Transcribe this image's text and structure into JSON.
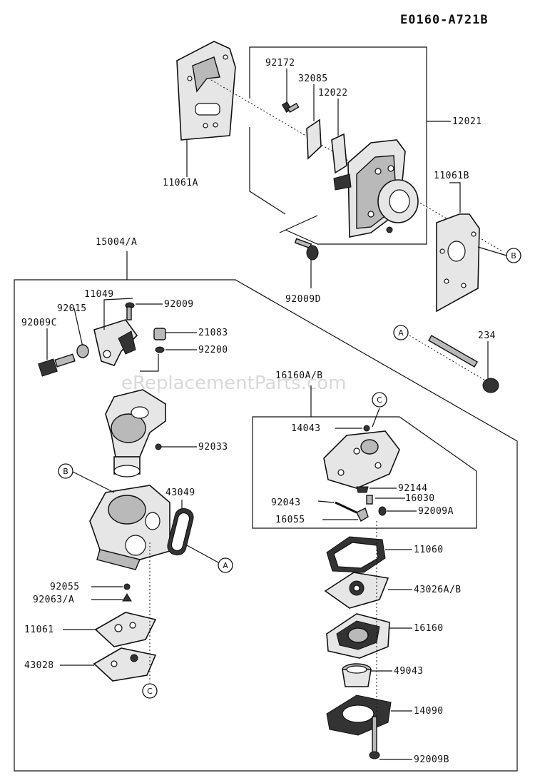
{
  "header": {
    "code": "E0160-A721B"
  },
  "watermark": "eReplacementParts.com",
  "labels": {
    "l_92172": "92172",
    "l_32085": "32085",
    "l_12022": "12022",
    "l_12021": "12021",
    "l_11061A": "11061A",
    "l_11061B": "11061B",
    "l_92009D": "92009D",
    "l_15004A": "15004/A",
    "l_11049": "11049",
    "l_92015": "92015",
    "l_92009_top": "92009",
    "l_92009C": "92009C",
    "l_21083": "21083",
    "l_92200": "92200",
    "l_234": "234",
    "l_16160AB": "16160A/B",
    "l_14043": "14043",
    "l_92033": "92033",
    "l_43049": "43049",
    "l_92144": "92144",
    "l_16030": "16030",
    "l_92043": "92043",
    "l_92009A": "92009A",
    "l_16055": "16055",
    "l_11060": "11060",
    "l_92055": "92055",
    "l_92063A": "92063/A",
    "l_43026AB": "43026A/B",
    "l_11061": "11061",
    "l_16160": "16160",
    "l_43028": "43028",
    "l_49043": "49043",
    "l_14090": "14090",
    "l_92009B": "92009B"
  },
  "refs": {
    "A": "A",
    "B": "B",
    "C": "C"
  }
}
